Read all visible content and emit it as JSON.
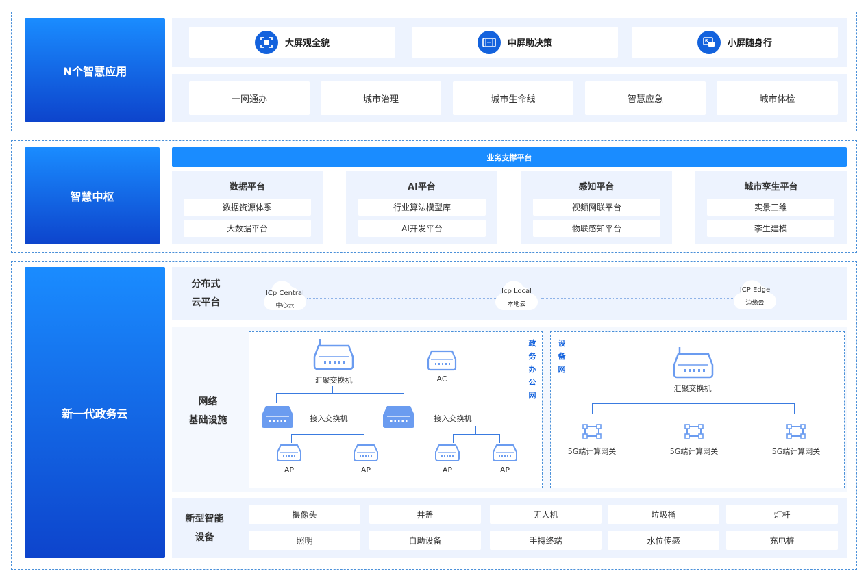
{
  "layers": {
    "apps": {
      "title": "N个智慧应用",
      "screens": [
        {
          "label": "大屏观全貌",
          "icon": "fullscreen-icon"
        },
        {
          "label": "中屏助决策",
          "icon": "tablet-icon"
        },
        {
          "label": "小屏随身行",
          "icon": "picture-in-picture-icon"
        }
      ],
      "scenarios": [
        "一网通办",
        "城市治理",
        "城市生命线",
        "智慧应急",
        "城市体检"
      ]
    },
    "hub": {
      "title": "智慧中枢",
      "banner": "业务支撑平台",
      "platforms": [
        {
          "title": "数据平台",
          "items": [
            "数据资源体系",
            "大数据平台"
          ]
        },
        {
          "title": "AI平台",
          "items": [
            "行业算法模型库",
            "AI开发平台"
          ]
        },
        {
          "title": "感知平台",
          "items": [
            "视频网联平台",
            "物联感知平台"
          ]
        },
        {
          "title": "城市孪生平台",
          "items": [
            "实景三维",
            "李生建模"
          ]
        }
      ]
    },
    "cloud": {
      "title": "新一代政务云",
      "distributed": {
        "label_line1": "分布式",
        "label_line2": "云平台",
        "nodes": [
          {
            "name": "lCp Central",
            "sub": "中心云"
          },
          {
            "name": "Icp Local",
            "sub": "本地云"
          },
          {
            "name": "ICP Edge",
            "sub": "边缘云"
          }
        ]
      },
      "network": {
        "label_line1": "网络",
        "label_line2": "基础设施",
        "gov_net": {
          "label": [
            "政",
            "务",
            "办",
            "公",
            "网"
          ],
          "core_switch": "汇聚交换机",
          "ac": "AC",
          "access_switch": "接入交换机",
          "ap": "AP"
        },
        "device_net": {
          "label": [
            "设",
            "备",
            "网"
          ],
          "core_switch": "汇聚交换机",
          "gateway": "5G端计算网关"
        }
      },
      "devices": {
        "label_line1": "新型智能",
        "label_line2": "设备",
        "row1": [
          "摄像头",
          "井盖",
          "无人机",
          "垃圾桶",
          "灯杆"
        ],
        "row2": [
          "照明",
          "自助设备",
          "手持终端",
          "水位传感",
          "充电桩"
        ]
      }
    }
  },
  "colors": {
    "primary_gradient_top": "#1a8cff",
    "primary_gradient_bottom": "#0d44cc",
    "icon_blue": "#1362dd",
    "device_blue": "#6b9cf0",
    "panel_bg": "#edf3fe",
    "dashed_border": "#4a90d9"
  }
}
